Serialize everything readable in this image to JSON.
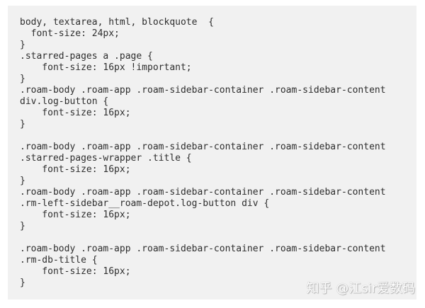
{
  "code": {
    "language": "css",
    "lines": [
      "body, textarea, html, blockquote  {",
      "  font-size: 24px;",
      "}",
      ".starred-pages a .page {",
      "    font-size: 16px !important;",
      "}",
      ".roam-body .roam-app .roam-sidebar-container .roam-sidebar-content",
      "div.log-button {",
      "    font-size: 16px;",
      "}",
      "",
      ".roam-body .roam-app .roam-sidebar-container .roam-sidebar-content",
      ".starred-pages-wrapper .title {",
      "    font-size: 16px;",
      "}",
      ".roam-body .roam-app .roam-sidebar-container .roam-sidebar-content",
      ".rm-left-sidebar__roam-depot.log-button div {",
      "    font-size: 16px;",
      "}",
      "",
      ".roam-body .roam-app .roam-sidebar-container .roam-sidebar-content",
      ".rm-db-title {",
      "    font-size: 16px;",
      "}"
    ]
  },
  "watermark": {
    "text": "知乎 @江sir爱数码"
  },
  "colors": {
    "code_background": "#f1f1f1",
    "code_text": "#2e2e2e",
    "page_background": "#ffffff"
  }
}
